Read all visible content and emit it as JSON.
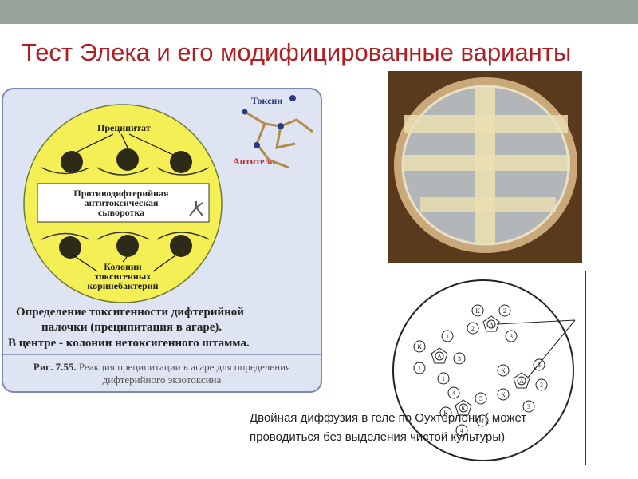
{
  "slide": {
    "title": "Тест Элека и его модифицированные варианты"
  },
  "left_figure": {
    "label_precipitate": "Преципитат",
    "label_toxin": "Токсин",
    "label_antibody": "Антитело",
    "center_box": [
      "Противодифтерийная",
      "антитоксическая",
      "сыворотка"
    ],
    "colonies_label": [
      "Колонии",
      "токсигенных",
      "коринебактерий"
    ],
    "description": [
      "Определение токсигенности дифтерийной",
      "палочки (преципитация в агаре).",
      "В центре - колонии нетоксигенного штамма."
    ],
    "caption_number": "Рис. 7.55.",
    "caption_text_1": "Реакция преципитации в агаре для определения",
    "caption_text_2": "дифтерийного экзотоксина",
    "colors": {
      "plate": "#f4ef55",
      "frame": "#dfe4f2",
      "border": "#7a89b8",
      "title_red": "#c0282c"
    }
  },
  "bottom_text": {
    "line1": "Двойная диффузия в геле по Оухтерлони ( может",
    "line2": "проводиться без выделения чистой культуры)"
  },
  "scheme": {
    "well_labels": [
      "К",
      "2",
      "А",
      "3",
      "1",
      "2",
      "3",
      "К",
      "А",
      "1",
      "К",
      "1",
      "3",
      "К",
      "А",
      "3",
      "4",
      "4",
      "К",
      "5",
      "К",
      "3",
      "4"
    ]
  }
}
